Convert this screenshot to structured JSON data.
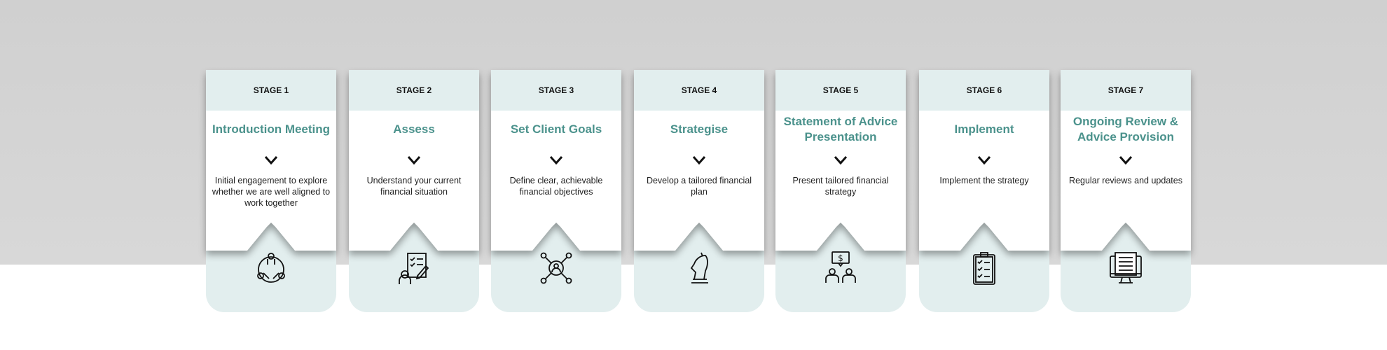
{
  "stages": [
    {
      "label": "STAGE 1",
      "title": "Introduction Meeting",
      "description": "Initial engagement to explore whether we are well aligned to work together",
      "icon": "team-meeting-icon"
    },
    {
      "label": "STAGE 2",
      "title": "Assess",
      "description": "Understand your current financial situation",
      "icon": "assessment-checklist-icon"
    },
    {
      "label": "STAGE 3",
      "title": "Set Client Goals",
      "description": "Define clear, achievable financial objectives",
      "icon": "network-goals-icon"
    },
    {
      "label": "STAGE 4",
      "title": "Strategise",
      "description": "Develop a tailored financial plan",
      "icon": "chess-knight-icon"
    },
    {
      "label": "STAGE 5",
      "title": "Statement of Advice Presentation",
      "description": "Present tailored financial strategy",
      "icon": "advice-presentation-icon"
    },
    {
      "label": "STAGE 6",
      "title": "Implement",
      "description": "Implement the strategy",
      "icon": "clipboard-checklist-icon"
    },
    {
      "label": "STAGE 7",
      "title": "Ongoing Review & Advice Provision",
      "description": "Regular reviews and updates",
      "icon": "monitor-document-icon"
    }
  ],
  "colors": {
    "accent": "#4b928c",
    "panel": "#e2eeee",
    "background": "#d3d3d3"
  }
}
